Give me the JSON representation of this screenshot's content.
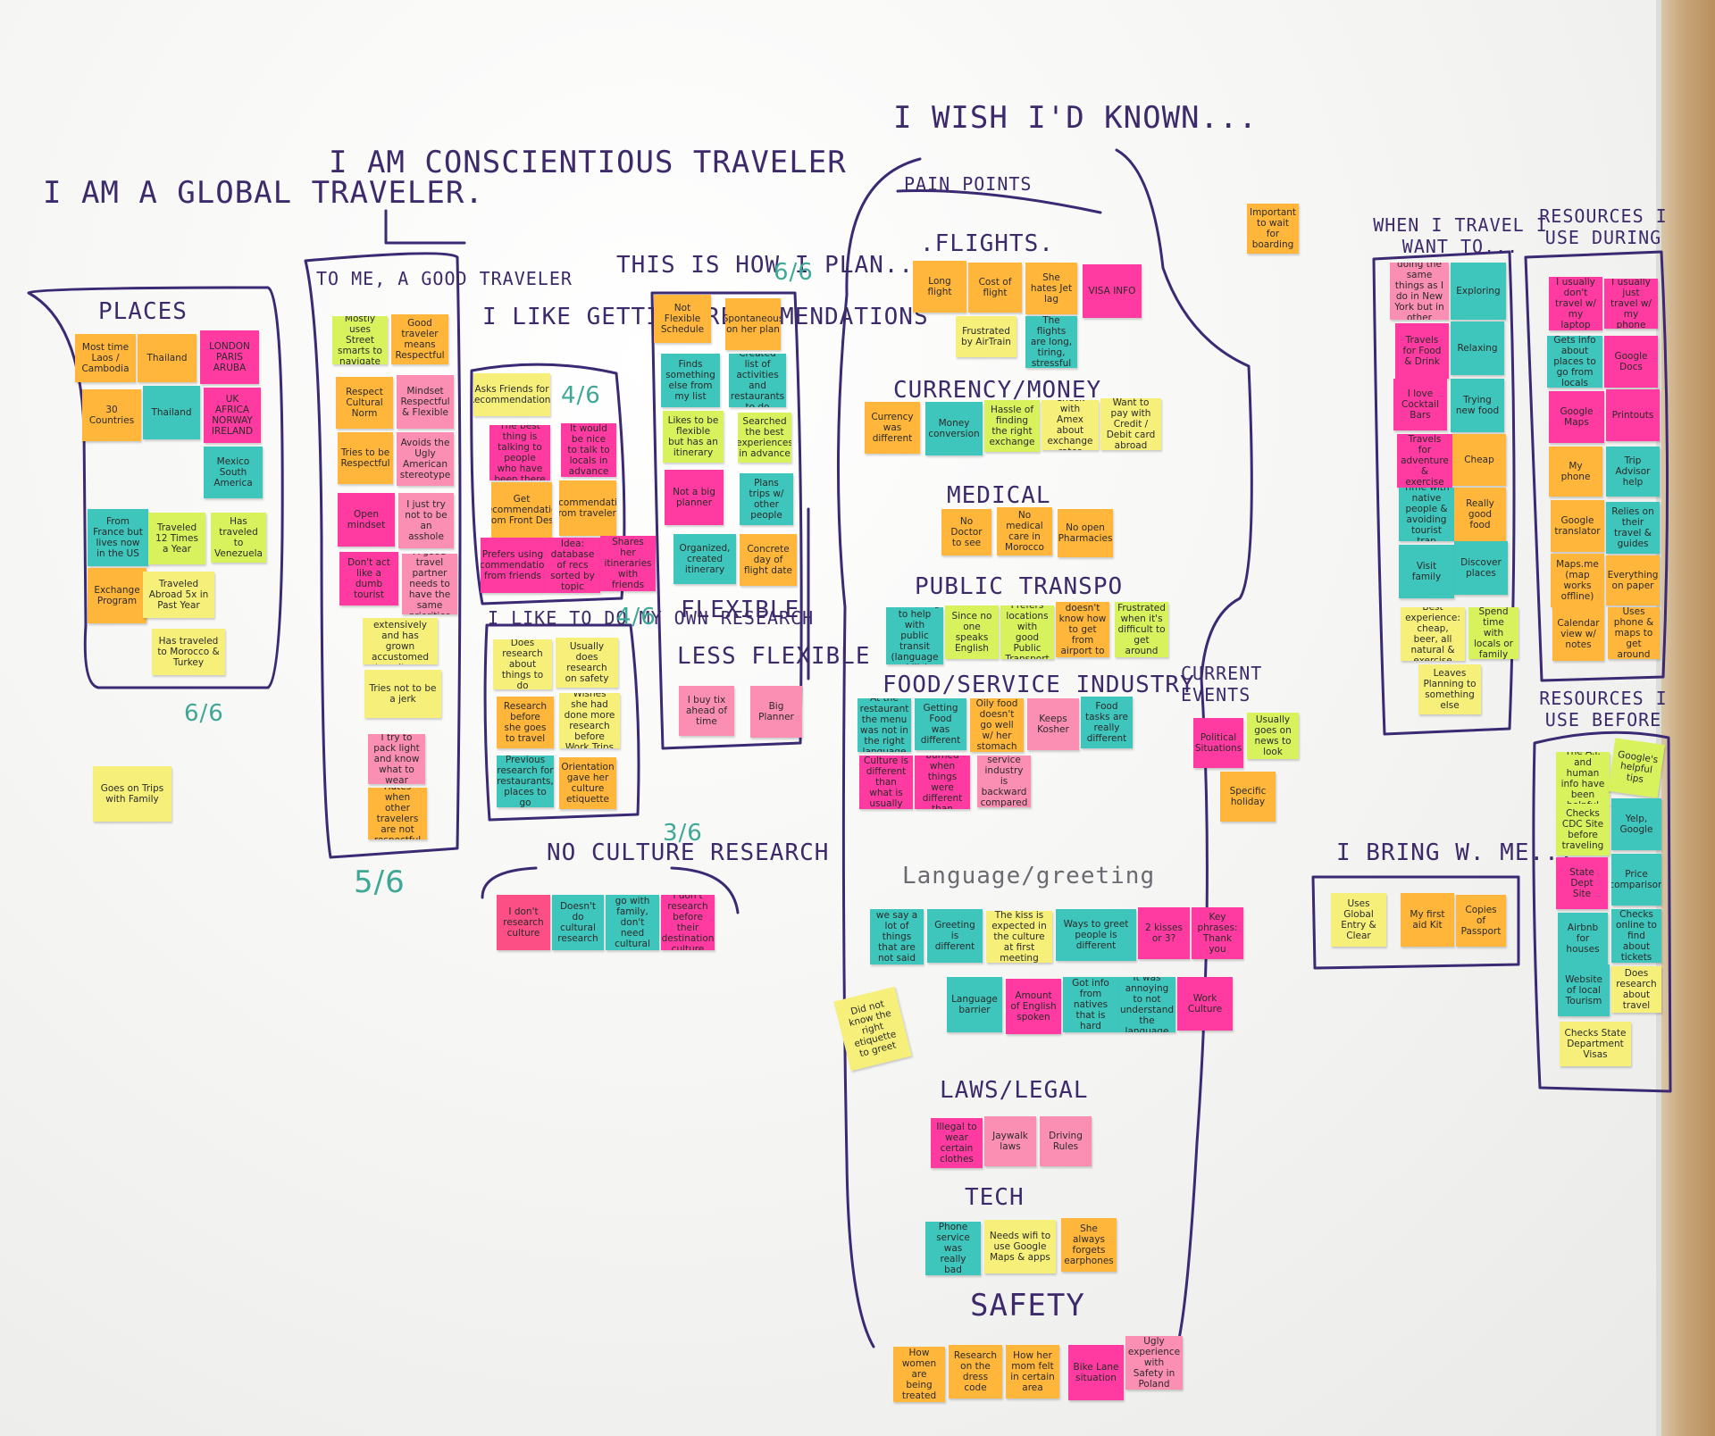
{
  "headings": {
    "global": "I AM A GLOBAL TRAVELER.",
    "conscientious": "I AM CONSCIENTIOUS TRAVELER",
    "places": "PLACES",
    "good_traveler": "TO ME, A GOOD TRAVELER",
    "getting_recs": "I LIKE GETTING RECOMMENDATIONS",
    "how_i_plan": "THIS IS HOW I PLAN...",
    "own_research": "I LIKE TO DO MY OWN RESEARCH",
    "no_culture": "NO CULTURE RESEARCH",
    "flexible": "FLEXIBLE",
    "less_flexible": "LESS FLEXIBLE",
    "i_wish": "I WISH I'D KNOWN...",
    "pain_points": "PAIN POINTS",
    "flights": ".FLIGHTS.",
    "currency": "CURRENCY/MONEY",
    "medical": "MEDICAL",
    "public_transpo": "PUBLIC TRANSPO",
    "food_service": "FOOD/SERVICE INDUSTRY",
    "language": "Language/greeting",
    "laws": "LAWS/LEGAL",
    "tech": "TECH",
    "safety": "SAFETY",
    "current_events": "CURRENT EVENTS",
    "when_travel": "WHEN I TRAVEL I WANT TO...",
    "resources_during": "RESOURCES I USE DURING",
    "resources_before": "RESOURCES I USE BEFORE",
    "bring": "I BRING W. ME..."
  },
  "scores": {
    "places": "6/6",
    "good_traveler": "5/6",
    "plan": "6/6",
    "recs": "4/6",
    "research": "4/6",
    "no_culture": "3/6"
  },
  "notes": {
    "places": [
      "Most time Laos / Cambodia",
      "Thailand",
      "LONDON PARIS ARUBA",
      "30 Countries",
      "Thailand",
      "UK AFRICA NORWAY IRELAND",
      "Mexico South America",
      "From France but lives now in the US",
      "Traveled 12 Times a Year",
      "Has traveled to Venezuela",
      "Exchange Program",
      "Traveled Abroad 5x in Past Year",
      "Has traveled to Morocco & Turkey",
      "Goes on Trips with Family"
    ],
    "good_traveler": [
      "Mostly uses Street smarts to navigate",
      "Good traveler means Respectful",
      "Respect Cultural Norm",
      "Mindset Respectful & Flexible",
      "Tries to be Respectful",
      "Avoids the Ugly American stereotype",
      "Open mindset",
      "I just try not to be an asshole",
      "Don't act like a dumb tourist",
      "A good travel partner needs to have the same priorities",
      "Has traveled extensively and has grown accustomed to cultures",
      "Tries not to be a jerk",
      "I try to pack light and know what to wear",
      "Hates when other travelers are not respectful"
    ],
    "recs": [
      "Asks Friends for Recommendations",
      "The best thing is talking to people who have been there",
      "It would be nice to talk to locals in advance",
      "Get Recommendation from Front Desk",
      "Recommendation from travelers",
      "Prefers using recommendations from friends",
      "Idea: database of recs sorted by topic",
      "Shares her itineraries with friends"
    ],
    "research": [
      "Does research about things to do",
      "Usually does research on safety",
      "Research before she goes to travel",
      "Wishes she had done more research before Work Trips",
      "Previous research for restaurants, places to go",
      "Orientation gave her culture etiquette"
    ],
    "no_culture": [
      "I don't research culture",
      "Doesn't do cultural research",
      "I usually go with family, don't need cultural research",
      "I don't research before their destination culture"
    ],
    "plan": [
      "Not Flexible Schedule",
      "Spontaneous on her plan",
      "Finds something else from my list",
      "Created list of activities and restaurants to do",
      "Likes to be flexible but has an itinerary",
      "Searched the best experiences in advance",
      "Not a big planner",
      "Plans trips w/ other people",
      "Organized, created itinerary",
      "Concrete day of flight date",
      "I buy tix ahead of time",
      "Big Planner"
    ],
    "flights": [
      "Long flight",
      "Cost of flight",
      "She hates Jet lag",
      "VISA INFO",
      "Frustrated by AirTrain",
      "The flights are long, tiring, stressful"
    ],
    "currency": [
      "Currency was different",
      "Money conversion",
      "Hassle of finding the right exchange",
      "Check with Amex about exchange rates",
      "Want to pay with Credit / Debit card abroad"
    ],
    "medical": [
      "No Doctor to see",
      "No medical care in Morocco",
      "No open Pharmacies"
    ],
    "transpo": [
      "Something to help with public transit (language skills)",
      "Since no one speaks English",
      "Prefers locations with good Public Transport",
      "She doesn't know how to get from airport to destination",
      "Frustrated when it's difficult to get around"
    ],
    "food": [
      "At the restaurant the menu was not in the right language",
      "Getting Food was different",
      "Oily food doesn't go well w/ her stomach",
      "Keeps Kosher",
      "Food tasks are really different",
      "Tip Culture is different than what is usually expected",
      "I got burned when things were different than advertised",
      "The service industry is backward compared to US"
    ],
    "current": [
      "Political Situations",
      "Usually goes on news to look",
      "Specific holiday"
    ],
    "language": [
      "In America we say a lot of things that are not said in other places",
      "Greeting is different",
      "The kiss is expected in the culture at first meeting",
      "Ways to greet people is different",
      "2 kisses or 3?",
      "Key phrases: Thank you",
      "Language barrier",
      "Amount of English spoken",
      "Got info from natives that is hard",
      "It was annoying to not understand the language",
      "Work Culture",
      "Did not know the right etiquette to greet"
    ],
    "laws": [
      "Illegal to wear certain clothes",
      "Jaywalk laws",
      "Driving Rules"
    ],
    "tech": [
      "Phone service was really bad",
      "Needs wifi to use Google Maps & apps",
      "She always forgets earphones"
    ],
    "safety": [
      "How women are being treated",
      "Research on the dress code",
      "How her mom felt in certain area",
      "Bike Lane situation",
      "Ugly experience with Safety in Poland"
    ],
    "want_to": [
      "I love doing the same things as I do in New York but in other places",
      "Exploring",
      "Travels for Food & Drink",
      "Relaxing",
      "I love Cocktail Bars",
      "Trying new food",
      "Travels for adventure & exercise",
      "Cheap",
      "Time with native people & avoiding tourist trap",
      "Really good food",
      "Visit family",
      "Discover places",
      "Best experience: cheap, beer, all natural & exercise",
      "Spend time with locals or family",
      "Leaves Planning to something else"
    ],
    "during": [
      "I usually don't travel w/ my laptop",
      "I usually just travel w/ my phone",
      "Gets info about places to go from locals",
      "Google Docs",
      "Google Maps",
      "Printouts",
      "My phone",
      "Trip Advisor help",
      "Google translator",
      "Relies on their travel & guides",
      "Maps.me (map works offline)",
      "Everything on paper",
      "Calendar view w/ notes",
      "Uses phone & maps to get around"
    ],
    "before": [
      "The A.I. and human info have been helpful",
      "Google's helpful tips",
      "Checks CDC Site before traveling",
      "Yelp, Google",
      "State Dept Site",
      "Price comparison",
      "Airbnb for houses",
      "Checks online to find about tickets",
      "Website of local Tourism",
      "Does research about travel",
      "Checks State Department Visas"
    ],
    "bring": [
      "Uses Global Entry & Clear",
      "My first aid Kit",
      "Copies of Passport"
    ],
    "misc": [
      "Important to wait for boarding"
    ]
  }
}
